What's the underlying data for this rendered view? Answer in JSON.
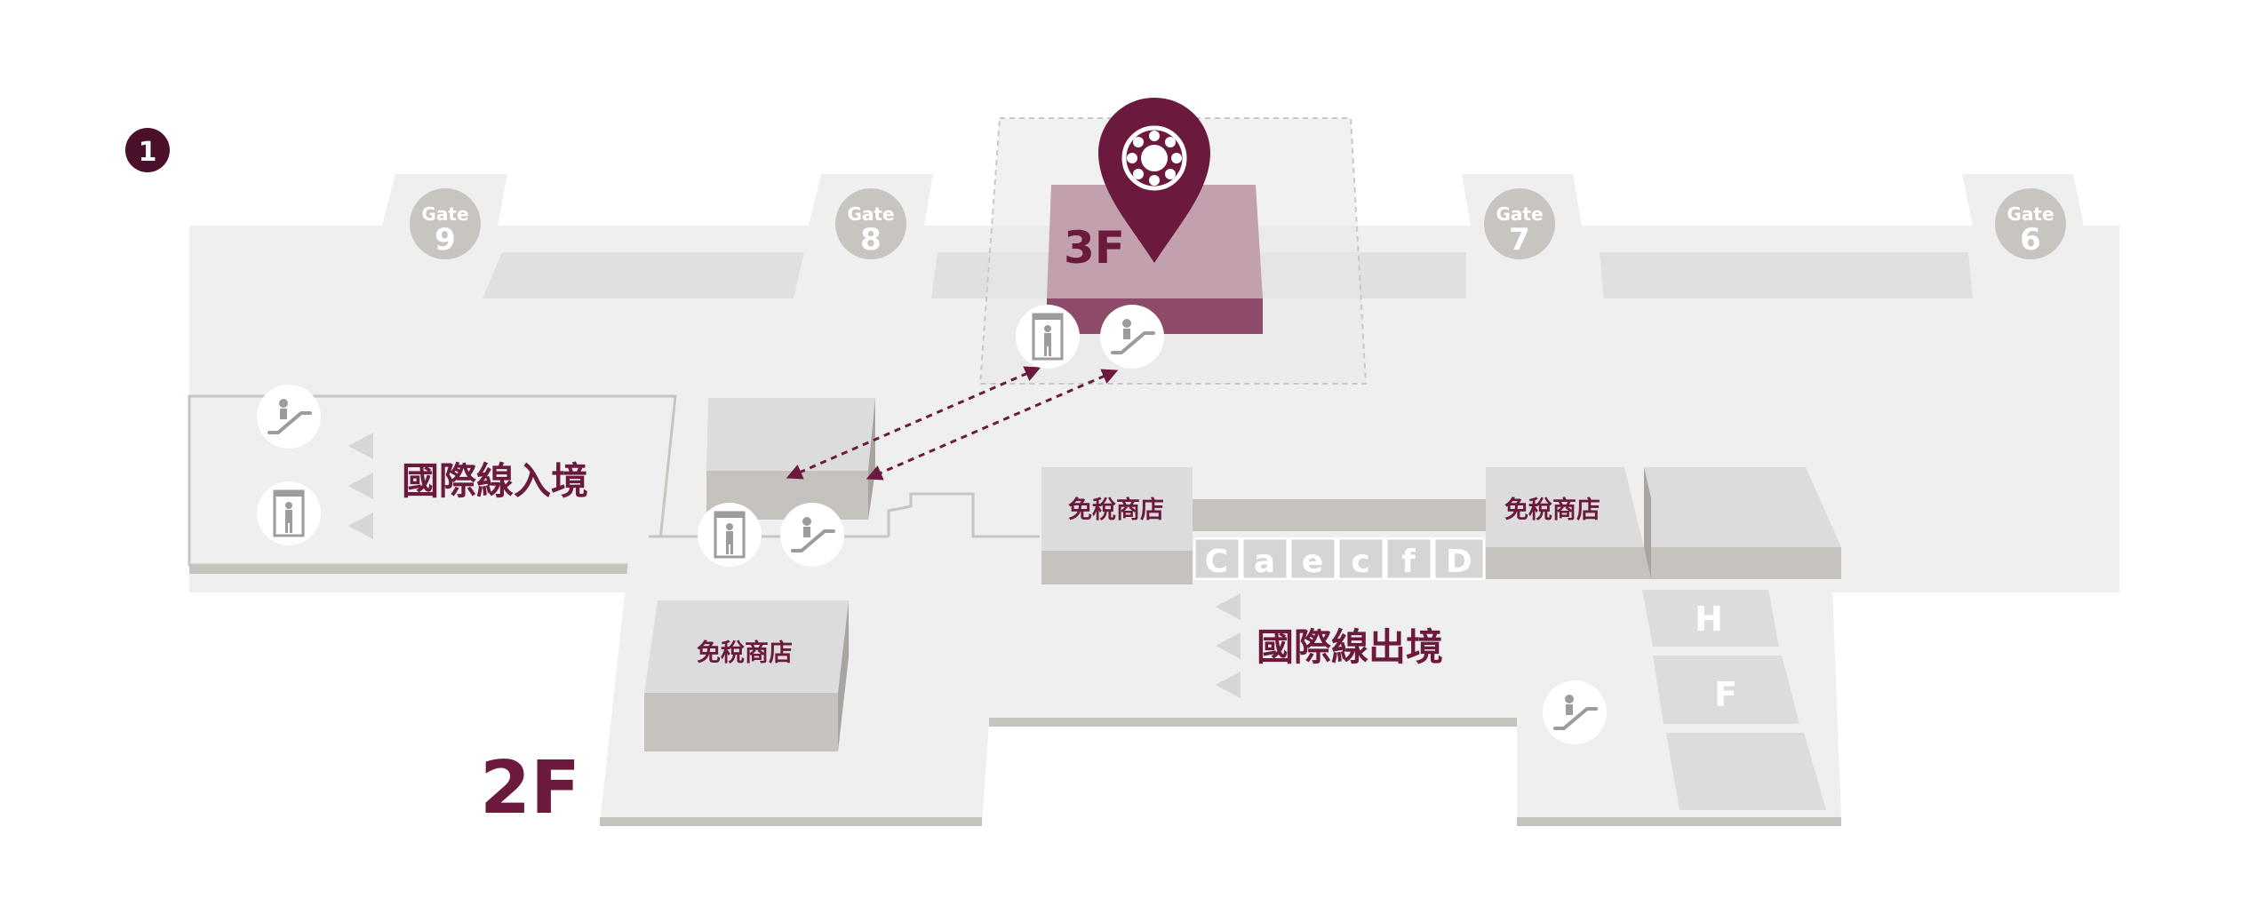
{
  "step_marker": "1",
  "gates": [
    {
      "label": "Gate",
      "number": "9"
    },
    {
      "label": "Gate",
      "number": "8"
    },
    {
      "label": "Gate",
      "number": "7"
    },
    {
      "label": "Gate",
      "number": "6"
    }
  ],
  "floors": {
    "upper": "3F",
    "current": "2F"
  },
  "zones": {
    "arrivals": "國際線入境",
    "departures": "國際線出境"
  },
  "shops": {
    "duty_free_label": "免稅商店"
  },
  "counters": {
    "row_letters": [
      "C",
      "a",
      "e",
      "c",
      "f",
      "D"
    ],
    "column_letters": [
      "H",
      "F"
    ]
  },
  "pin_icon": "lounge-emblem-icon",
  "colors": {
    "brand": "#6b1a3e",
    "pink_block": "#c3a0ae",
    "floor": "#efefef",
    "block": "#e0e0e0",
    "block_dark": "#c6c3bf",
    "gate_circle": "#c8c5c1",
    "icon_grey": "#9c9c9c"
  }
}
